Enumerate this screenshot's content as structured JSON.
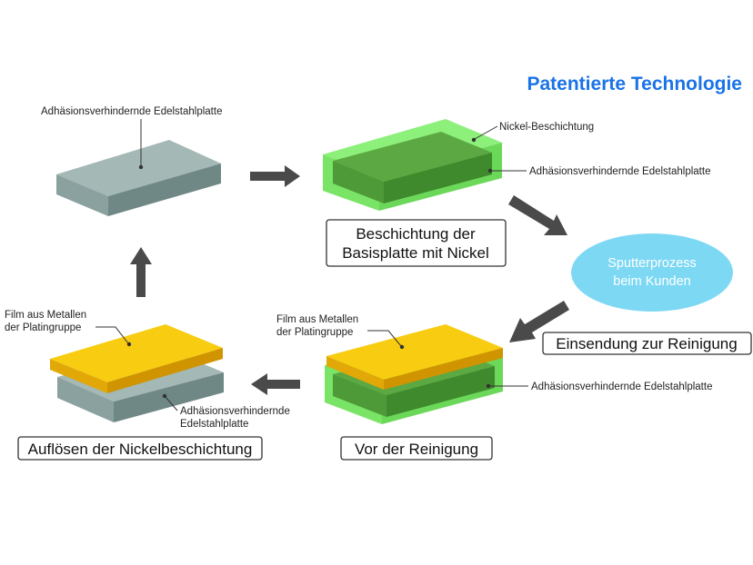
{
  "title": "Patentierte Technologie",
  "colors": {
    "title": "#1a73e8",
    "steel": "#a4b8b6",
    "nickel": "#8cf07a",
    "nickel_core": "#5ca843",
    "platinum_film": "#f8cc10",
    "ellipse": "#7dd8f4",
    "arrow": "#4a4a4a"
  },
  "steps": {
    "step1": {
      "label": "Adhäsionsverhindernde Edelstahlplatte"
    },
    "step2": {
      "nickel_label": "Nickel-Beschichtung",
      "plate_label": "Adhäsionsverhindernde Edelstahlplatte",
      "box_lines": [
        "Beschichtung der",
        "Basisplatte mit Nickel"
      ]
    },
    "customer": {
      "lines": [
        "Sputterprozess",
        "beim Kunden"
      ]
    },
    "return": {
      "box": "Einsendung zur Reinigung"
    },
    "step4": {
      "film_lines": [
        "Film aus Metallen",
        "der Platingruppe"
      ],
      "plate_label": "Adhäsionsverhindernde Edelstahlplatte",
      "box": "Vor der Reinigung"
    },
    "step5": {
      "film_lines": [
        "Film aus Metallen",
        "der Platingruppe"
      ],
      "plate_lines": [
        "Adhäsionsverhindernde",
        "Edelstahlplatte"
      ],
      "box": "Auflösen der Nickelbeschichtung"
    }
  },
  "arrow_icons": [
    "arrow-right-icon",
    "arrow-down-right-icon",
    "arrow-down-left-icon",
    "arrow-left-icon",
    "arrow-up-icon"
  ]
}
